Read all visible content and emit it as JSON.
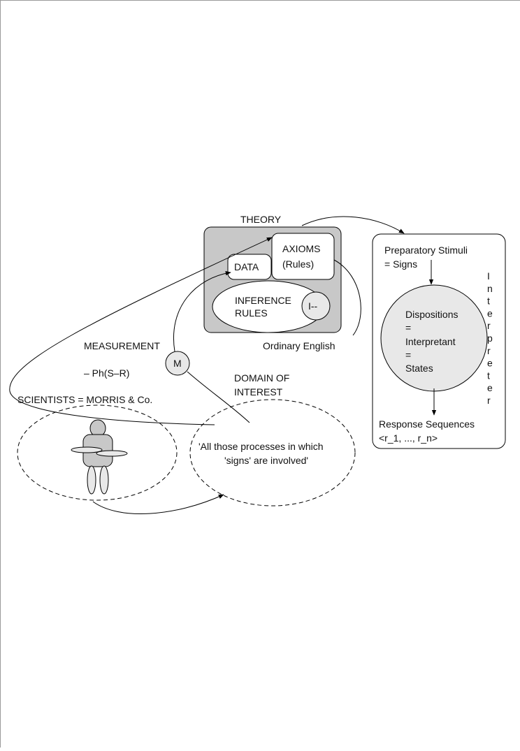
{
  "colors": {
    "theory_fill": "#c8c8c8",
    "light_fill": "#e8e8e8",
    "line": "#000000",
    "text": "#111111"
  },
  "theory": {
    "title": "THEORY",
    "data_label": "DATA",
    "axioms_label": "AXIOMS",
    "axioms_sub": "(Rules)",
    "inference_line1": "INFERENCE",
    "inference_line2": "RULES",
    "turnstile": "I--",
    "language_label": "Ordinary English"
  },
  "measurement": {
    "label": "MEASUREMENT",
    "node": "M",
    "formula": "– Ph(S–R)"
  },
  "scientists": {
    "label": "SCIENTISTS = MORRIS & Co."
  },
  "domain": {
    "title_line1": "DOMAIN  OF",
    "title_line2": "INTEREST",
    "quote_line1": "'All those processes in which",
    "quote_line2": "'signs' are involved'"
  },
  "interpreter": {
    "stimuli_line1": "Preparatory Stimuli",
    "stimuli_line2": "= Signs",
    "dispositions_lines": [
      "Dispositions",
      "=",
      "Interpretant",
      "=",
      "States"
    ],
    "response_line1": "Response Sequences",
    "response_line2": "<r_1, ..., r_n>",
    "vertical_letters": [
      "I",
      "n",
      "t",
      "e",
      "r",
      "p",
      "r",
      "e",
      "t",
      "e",
      "r"
    ]
  }
}
